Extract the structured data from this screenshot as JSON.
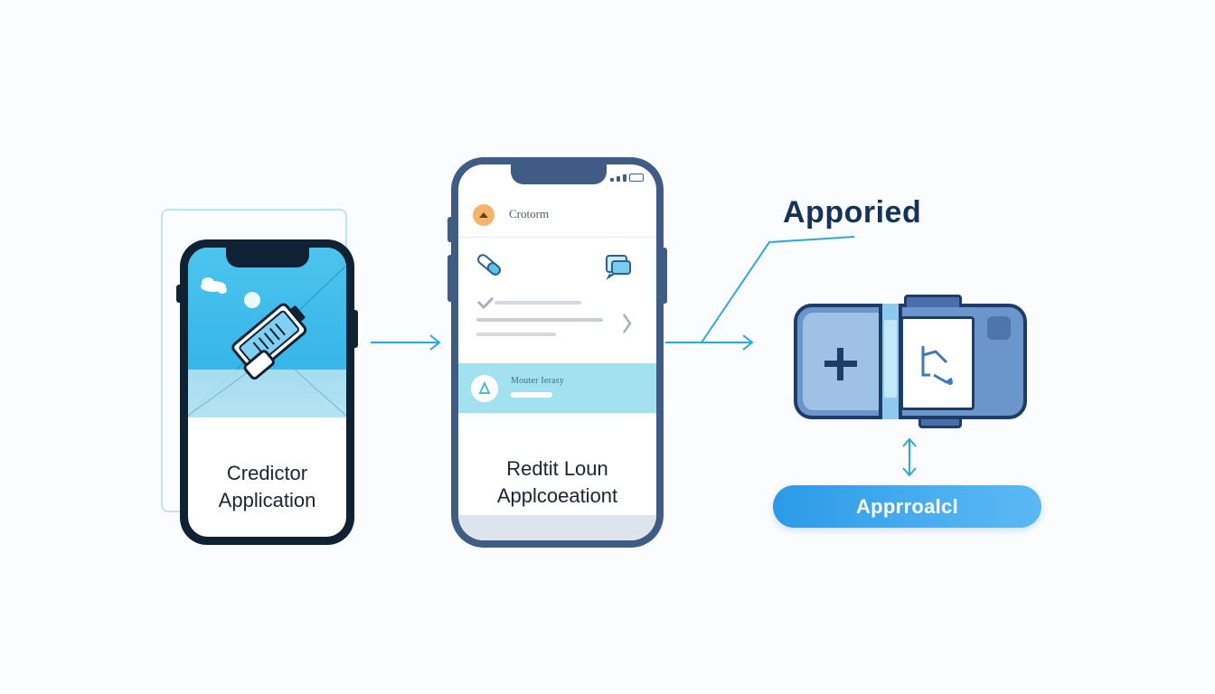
{
  "steps": [
    {
      "caption_line1": "Credictor",
      "caption_line2": "Application"
    },
    {
      "header_title": "Crotorm",
      "banner_title": "Mouter Ierasy",
      "caption_line1": "Redtit Loun",
      "caption_line2": "Applcoeationt"
    },
    {
      "title": "Apporied",
      "button_label": "Apprroalcl"
    }
  ],
  "colors": {
    "accent": "#2fa7d6",
    "navy": "#14335a",
    "phone_dark": "#0f2234",
    "phone_slate": "#3f5c84",
    "pill_blue": "#2b9ae6"
  },
  "icons": [
    "document-battery-icon",
    "pill-icon",
    "chat-icon",
    "checkmark-icon",
    "chevron-right-icon",
    "plus-icon",
    "signature-icon",
    "bidirectional-arrow-icon"
  ]
}
